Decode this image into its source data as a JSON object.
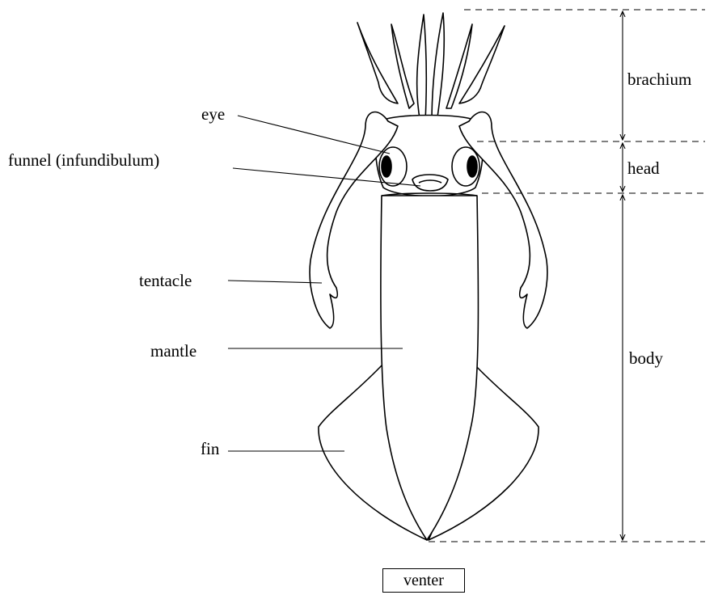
{
  "labels": {
    "eye": "eye",
    "funnel": "funnel (infundibulum)",
    "tentacle": "tentacle",
    "mantle": "mantle",
    "fin": "fin"
  },
  "regions": {
    "brachium": "brachium",
    "head": "head",
    "body": "body"
  },
  "view_label": "venter",
  "colors": {
    "ink": "#000000",
    "background": "#ffffff"
  }
}
